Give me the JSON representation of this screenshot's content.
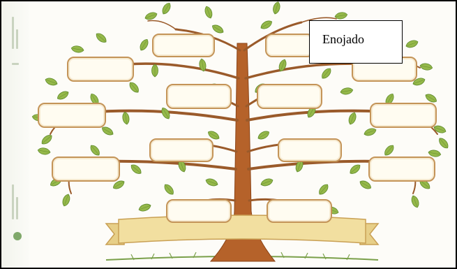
{
  "label": {
    "text": "Enojado"
  },
  "colors": {
    "trunk": "#b5622a",
    "branch": "#9a5a2a",
    "leaf": "#95b84a",
    "leaf_dark": "#5e8a2c",
    "ribbon": "#f2dfa0",
    "ribbon_edge": "#c9a054",
    "box_border": "#c49458",
    "box_fill": "#fffcf1"
  },
  "icons": [
    "family-tree-illustration",
    "publisher-logo-icon"
  ],
  "empty_name_boxes": 14
}
